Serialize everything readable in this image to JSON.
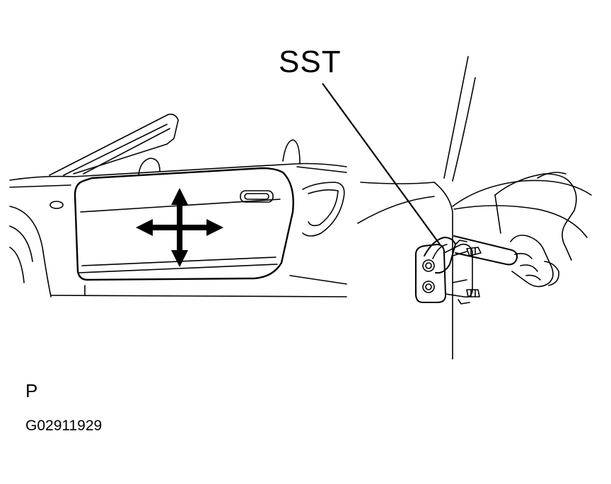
{
  "labels": {
    "callout": "SST",
    "view_code": "P",
    "figure_code": "G02911929"
  },
  "colors": {
    "ink": "#000000",
    "paper": "#ffffff"
  }
}
